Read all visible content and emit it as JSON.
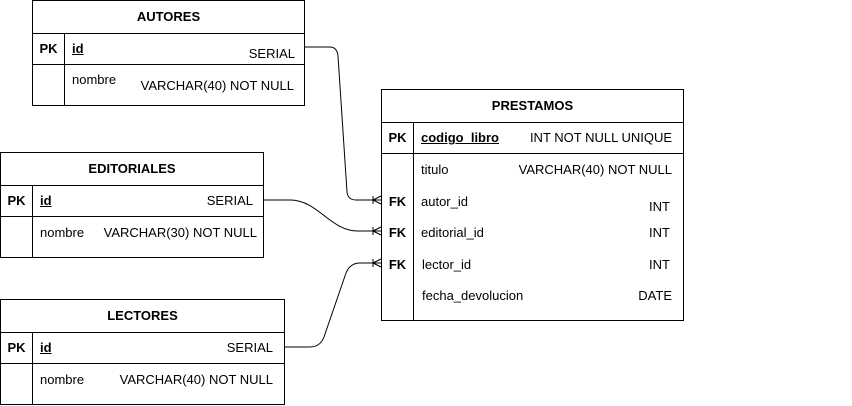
{
  "entities": {
    "autores": {
      "title": "AUTORES",
      "pk_label": "PK",
      "fields": [
        {
          "name": "id",
          "type": "SERIAL"
        },
        {
          "name": "nombre",
          "type": "VARCHAR(40) NOT NULL"
        }
      ]
    },
    "editoriales": {
      "title": "EDITORIALES",
      "pk_label": "PK",
      "fields": [
        {
          "name": "id",
          "type": "SERIAL"
        },
        {
          "name": "nombre",
          "type": "VARCHAR(30) NOT NULL"
        }
      ]
    },
    "lectores": {
      "title": "LECTORES",
      "pk_label": "PK",
      "fields": [
        {
          "name": "id",
          "type": "SERIAL"
        },
        {
          "name": "nombre",
          "type": "VARCHAR(40) NOT NULL"
        }
      ]
    },
    "prestamos": {
      "title": "PRESTAMOS",
      "pk_label": "PK",
      "fk_label": "FK",
      "fields": [
        {
          "name": "codigo_libro",
          "type": "INT NOT NULL UNIQUE"
        },
        {
          "name": "titulo",
          "type": "VARCHAR(40) NOT NULL"
        },
        {
          "name": "autor_id",
          "type": "INT"
        },
        {
          "name": "editorial_id",
          "type": "INT"
        },
        {
          "name": "lector_id",
          "type": "INT"
        },
        {
          "name": "fecha_devolucion",
          "type": "DATE"
        }
      ]
    }
  },
  "relationships": [
    {
      "from": "autores.id",
      "to": "prestamos.autor_id",
      "cardinality": "one-to-many"
    },
    {
      "from": "editoriales.id",
      "to": "prestamos.editorial_id",
      "cardinality": "one-to-many"
    },
    {
      "from": "lectores.id",
      "to": "prestamos.lector_id",
      "cardinality": "one-to-many"
    }
  ]
}
